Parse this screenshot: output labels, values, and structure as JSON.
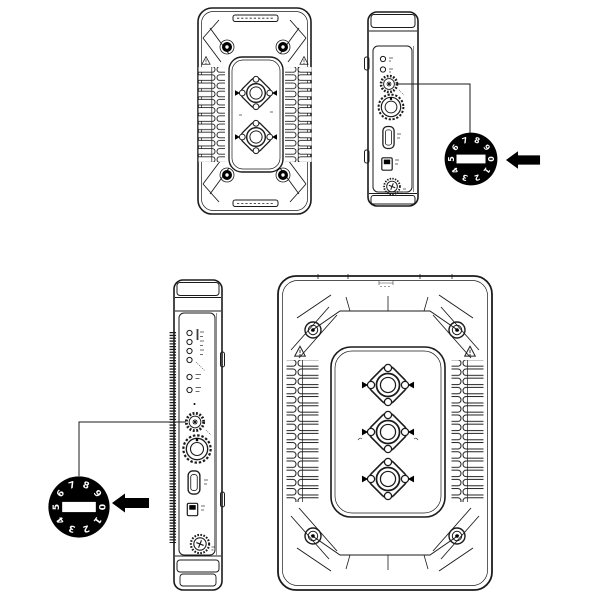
{
  "colors": {
    "background": "#ffffff",
    "line_ink": "#1b1b1b",
    "callout_fill": "#000000",
    "dial_slot": "#ffffff"
  },
  "dial": {
    "digits": [
      "0",
      "1",
      "2",
      "3",
      "4",
      "5",
      "6",
      "7",
      "8",
      "9"
    ],
    "style": "black rotary switch with white screwdriver slot, digits 0-9 arranged clockwise with 0 at right"
  },
  "views": {
    "top_left": {
      "name": "front-view-two-connectors",
      "components": [
        "rugged-case",
        "corner-screw",
        "corner-screw",
        "corner-screw",
        "corner-screw",
        "heat-sink-fins-left",
        "heat-sink-fins-right",
        "bnc-connector",
        "bnc-connector",
        "warning-triangle",
        "warning-triangle"
      ]
    },
    "top_right": {
      "name": "side-view-short",
      "components": [
        "status-led",
        "status-led",
        "rotary-switch",
        "power-connector",
        "hdmi-port",
        "slide-switch",
        "knurled-screw"
      ]
    },
    "bottom_left": {
      "name": "side-view-tall",
      "components": [
        "status-led",
        "status-led",
        "status-led",
        "status-led",
        "status-led",
        "status-led",
        "rotary-switch",
        "power-connector",
        "hdmi-port",
        "slide-switch",
        "knurled-screw"
      ]
    },
    "bottom_right": {
      "name": "front-view-three-connectors",
      "components": [
        "rugged-case",
        "corner-screw",
        "corner-screw",
        "corner-screw",
        "corner-screw",
        "heat-sink-fins-left",
        "heat-sink-fins-right",
        "bnc-connector",
        "bnc-connector",
        "bnc-connector",
        "warning-triangle",
        "warning-triangle"
      ]
    }
  },
  "callouts": {
    "top": {
      "name": "rotary-switch-detail-top",
      "arrow": "solid-left-arrow"
    },
    "bottom": {
      "name": "rotary-switch-detail-bottom",
      "arrow": "solid-left-arrow"
    }
  }
}
